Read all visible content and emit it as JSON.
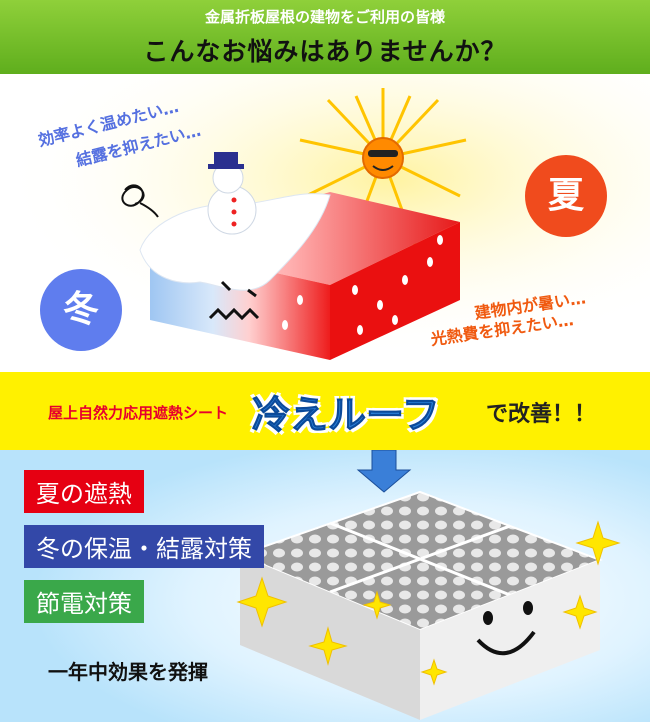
{
  "header": {
    "subtitle": "金属折板屋根の建物をご利用の皆様",
    "title": "こんなお悩みはありませんか？"
  },
  "scene": {
    "winter_label": "冬",
    "summer_label": "夏",
    "winter_quote_1": "効率よく温めたい…",
    "winter_quote_2": "結露を抑えたい…",
    "summer_quote_1": "建物内が暑い…",
    "summer_quote_2": "光熱費を抑えたい…"
  },
  "product_band": {
    "prefix": "屋上自然力応用遮熱シート",
    "brand": "冷えルーフ",
    "suffix": "で改善！！"
  },
  "benefits": [
    {
      "label": "夏の遮熱",
      "color": "#e60012"
    },
    {
      "label": "冬の保温・結露対策",
      "color": "#3348a8"
    },
    {
      "label": "節電対策",
      "color": "#3aa84a"
    }
  ],
  "effect_text": "一年中効果を発揮"
}
